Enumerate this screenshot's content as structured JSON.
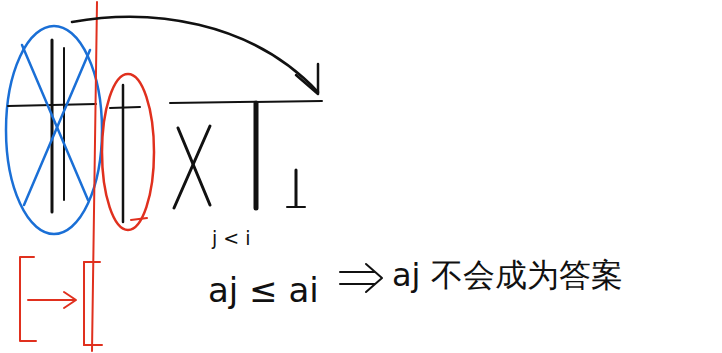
{
  "diagram": {
    "labels": [
      "j < i",
      "aj ≤ ai",
      "aj 不会成为答案"
    ]
  }
}
